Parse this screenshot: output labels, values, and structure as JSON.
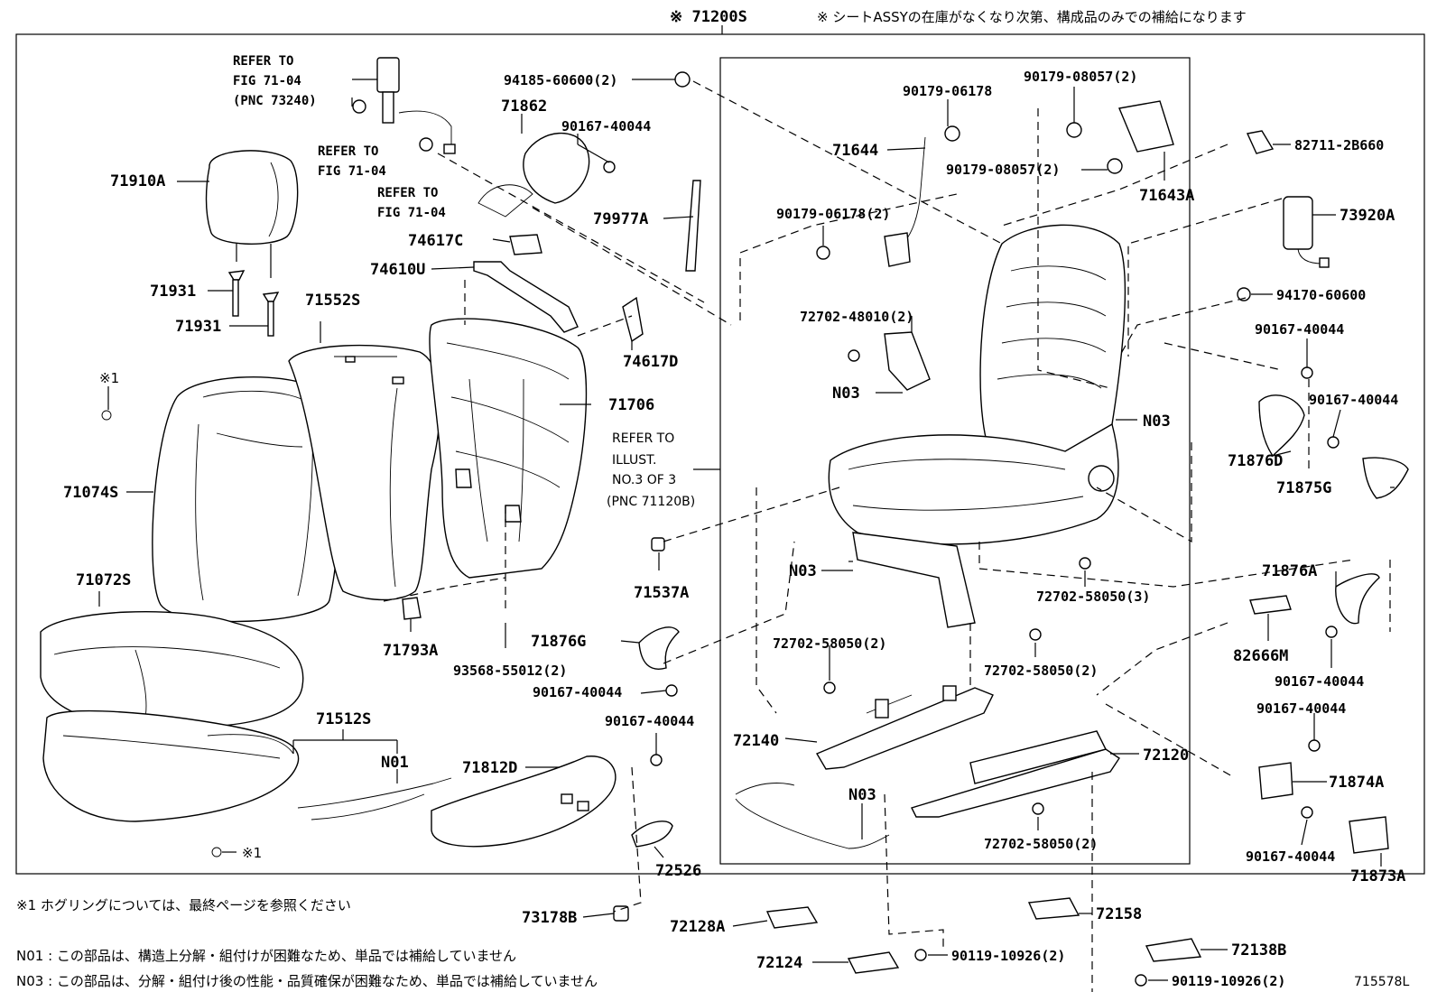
{
  "header": {
    "assy_mark": "※ 71200S",
    "assy_note": "※ シートASSYの在庫がなくなり次第、構成品のみでの補給になります"
  },
  "references": {
    "ref_71_04_a": [
      "REFER TO",
      "FIG 71-04",
      "(PNC 73240)"
    ],
    "ref_71_04_b": [
      "REFER TO",
      "FIG 71-04"
    ],
    "ref_71_04_c": [
      "REFER TO",
      "FIG 71-04"
    ],
    "ref_illust": [
      "REFER TO",
      "ILLUST.",
      "NO.3 OF 3",
      "(PNC 71120B)"
    ]
  },
  "labels": {
    "p94185_60600": "94185-60600(2)",
    "p71862": "71862",
    "p90167_40044_top": "90167-40044",
    "p71910A": "71910A",
    "p71931_a": "71931",
    "p71931_b": "71931",
    "p71552S": "71552S",
    "p74617C": "74617C",
    "p74610U": "74610U",
    "p79977A": "79977A",
    "p74617D": "74617D",
    "p71706": "71706",
    "p71074S": "71074S",
    "p71072S": "71072S",
    "p71537A": "71537A",
    "p71793A": "71793A",
    "p93568_55012": "93568-55012(2)",
    "p71876G": "71876G",
    "p90167_40044_mid": "90167-40044",
    "p71512S": "71512S",
    "p_n01": "N01",
    "p71812D": "71812D",
    "p90167_40044_72526": "90167-40044",
    "p72526": "72526",
    "p73178B": "73178B",
    "p90179_06178": "90179-06178",
    "p90179_08057_a": "90179-08057(2)",
    "p71644": "71644",
    "p90179_08057_b": "90179-08057(2)",
    "p71643A": "71643A",
    "p90179_06178_2": "90179-06178(2)",
    "p72702_48010": "72702-48010(2)",
    "p_n03_a": "N03",
    "p_n03_b": "N03",
    "p_n03_c": "N03",
    "p_n03_d": "N03",
    "p72702_58050_3": "72702-58050(3)",
    "p72702_58050_2a": "72702-58050(2)",
    "p72702_58050_2b": "72702-58050(2)",
    "p72702_58050_2c": "72702-58050(2)",
    "p72140": "72140",
    "p72120": "72120",
    "p82711_2B660": "82711-2B660",
    "p73920A": "73920A",
    "p94170_60600": "94170-60600",
    "p90167_40044_r1": "90167-40044",
    "p90167_40044_r2": "90167-40044",
    "p71876D": "71876D",
    "p71875G": "71875G",
    "p71876A": "71876A",
    "p82666M": "82666M",
    "p90167_40044_r3": "90167-40044",
    "p90167_40044_r4": "90167-40044",
    "p71874A": "71874A",
    "p90167_40044_r5": "90167-40044",
    "p71873A": "71873A",
    "p72128A": "72128A",
    "p72124": "72124",
    "p90119_10926_a": "90119-10926(2)",
    "p72158": "72158",
    "p72138B": "72138B",
    "p90119_10926_b": "90119-10926(2)",
    "mark1_a": "※1",
    "mark1_b": "※1"
  },
  "footnotes": {
    "hog_ring": "※1 ホグリングについては、最終ページを参照ください",
    "n01": "N01 : この部品は、構造上分解・組付けが困難なため、単品では補給していません",
    "n03": "N03 : この部品は、分解・組付け後の性能・品質確保が困難なため、単品では補給していません",
    "fig_code": "715578L"
  }
}
